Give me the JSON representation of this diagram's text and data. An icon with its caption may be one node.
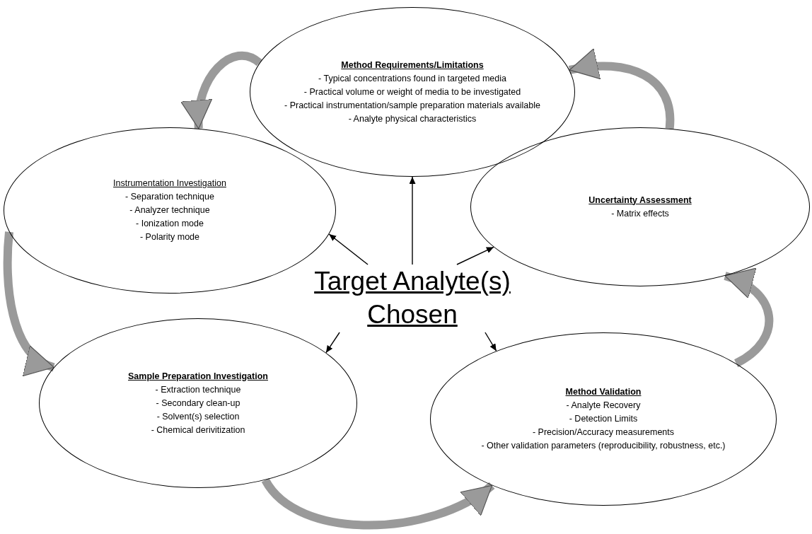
{
  "diagram": {
    "nodes": [
      {
        "text": [
          "Method Requirements/Limitations",
          "- Typical concentrations found in targeted media",
          "- Practical volume or weight of media to be investigated",
          "- Practical instrumentation/sample preparation materials available",
          "- Analyte physical characteristics"
        ]
      },
      {
        "text": [
          "Instrumentation Investigation",
          "- Separation technique",
          "- Analyzer technique",
          "- Ionization mode",
          "- Polarity mode"
        ]
      },
      {
        "text": [
          "Uncertainty Assessment",
          "- Matrix effects"
        ]
      },
      {
        "text": [
          "Target Analyte(s) Chosen"
        ]
      },
      {
        "text": [
          "Sample Preparation Investigation",
          "- Extraction technique",
          "- Secondary clean-up",
          "- Solvent(s) selection",
          "- Chemical derivitization"
        ]
      },
      {
        "text": [
          "Method Validation",
          "- Analyte Recovery",
          "- Detection Limits",
          "- Precision/Accuracy measurements",
          "- Other validation parameters (reproducibility, robustness, etc.)"
        ]
      }
    ],
    "edges": [
      {
        "from": 3,
        "to": 0,
        "arrow": "to"
      },
      {
        "from": 3,
        "to": 1,
        "arrow": "to"
      },
      {
        "from": 3,
        "to": 2,
        "arrow": "to"
      },
      {
        "from": 3,
        "to": 4,
        "arrow": "to"
      },
      {
        "from": 3,
        "to": 5,
        "arrow": "to"
      },
      {
        "from": 0,
        "to": 1,
        "arrow": "to",
        "style": "thick",
        "color": "#9a9a9a"
      },
      {
        "from": 1,
        "to": 4,
        "arrow": "to",
        "style": "thick",
        "color": "#9a9a9a"
      },
      {
        "from": 4,
        "to": 5,
        "arrow": "to",
        "style": "thick",
        "color": "#9a9a9a"
      },
      {
        "from": 5,
        "to": 2,
        "arrow": "to",
        "style": "thick",
        "color": "#9a9a9a"
      },
      {
        "from": 2,
        "to": 0,
        "arrow": "to",
        "style": "thick",
        "color": "#9a9a9a"
      }
    ]
  }
}
